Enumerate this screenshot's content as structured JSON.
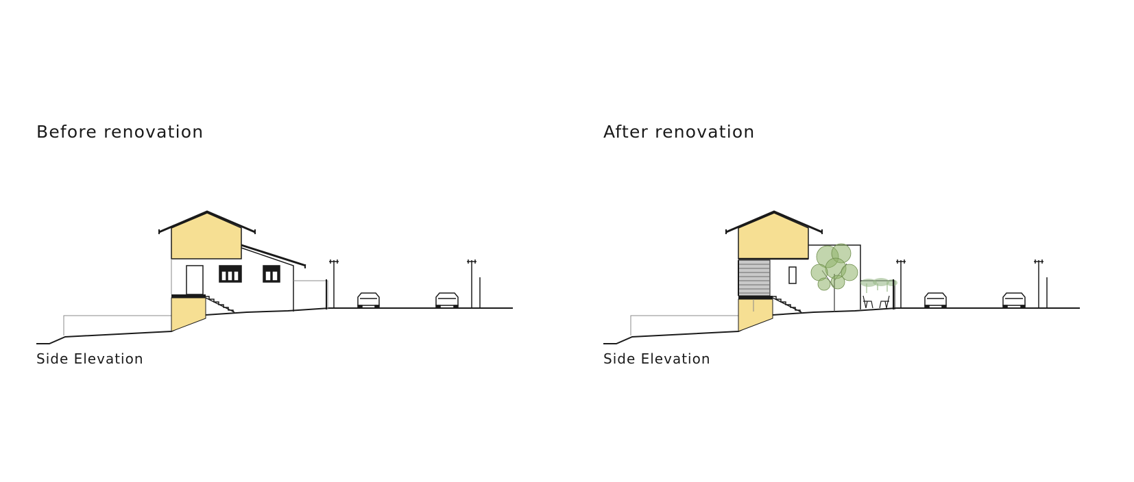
{
  "panels": {
    "before": {
      "title": "Before renovation",
      "caption": "Side Elevation"
    },
    "after": {
      "title": "After renovation",
      "caption": "Side Elevation"
    }
  },
  "colors": {
    "wall_fill": "#f6df93",
    "line": "#1a1a1a",
    "thin_line": "#8a8a8a",
    "tree_green": "#8fb36a",
    "vine_green": "#9ab98a",
    "shutter_gray": "#9a9a9a"
  }
}
